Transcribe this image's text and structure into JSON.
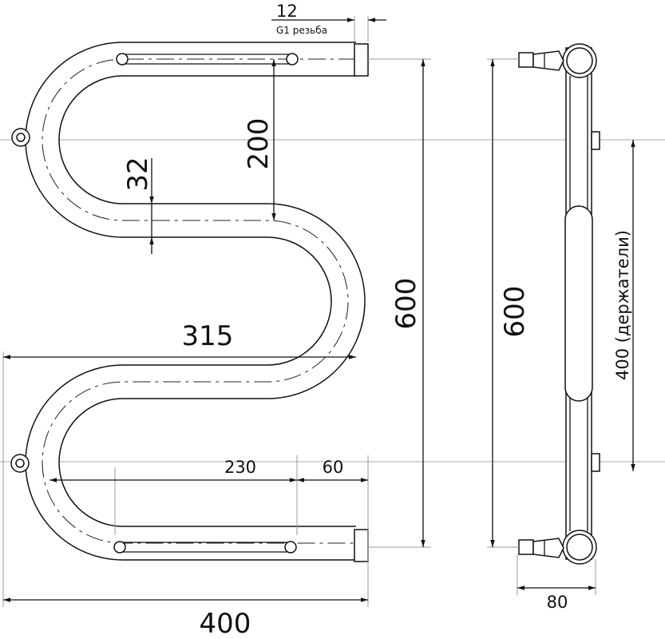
{
  "labels": {
    "thread_size": "12",
    "thread_note": "G1 резьба",
    "pitch_200": "200",
    "pipe_32": "32",
    "height_600_front": "600",
    "width_315": "315",
    "seg_230": "230",
    "seg_60": "60",
    "width_400": "400",
    "height_600_side": "600",
    "holders_400": "400 (держатели)",
    "depth_80": "80"
  }
}
